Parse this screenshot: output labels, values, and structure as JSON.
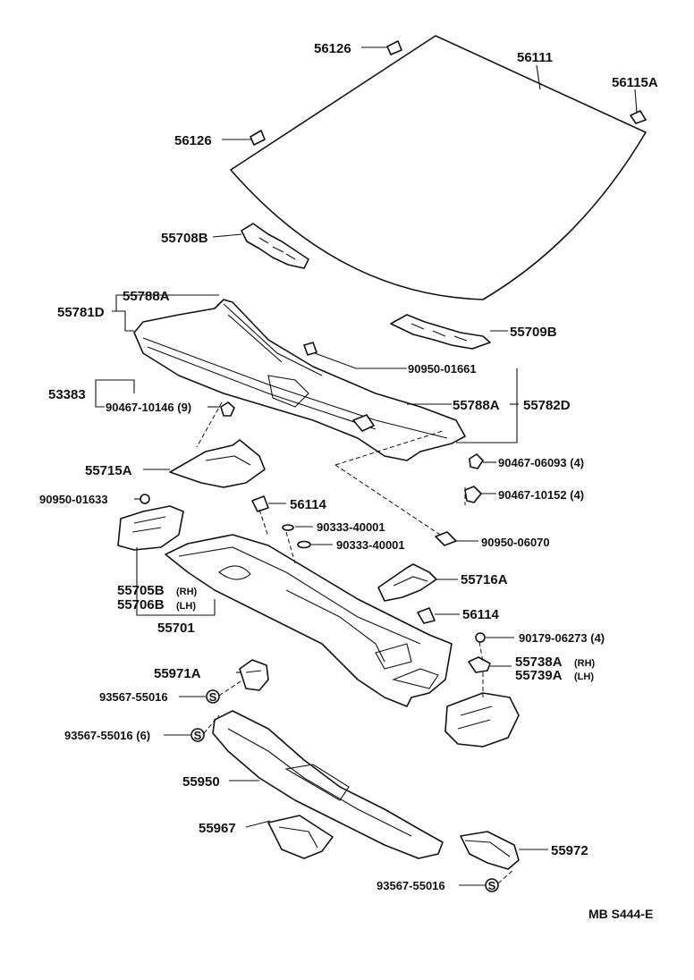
{
  "labels": {
    "p56126_top": "56126",
    "p56111": "56111",
    "p56115a": "56115A",
    "p56126_left": "56126",
    "p55708b": "55708B",
    "p55709b": "55709B",
    "p55788a_top": "55788A",
    "p55781d": "55781D",
    "p90950_01661": "90950-01661",
    "p53383": "53383",
    "p90467_10146": "90467-10146 (9)",
    "p55788a_right": "55788A",
    "p55782d": "55782D",
    "p55715a": "55715A",
    "p90467_06093": "90467-06093 (4)",
    "p90467_10152": "90467-10152 (4)",
    "p90950_01633": "90950-01633",
    "p56114_top": "56114",
    "p90333_40001_a": "90333-40001",
    "p90333_40001_b": "90333-40001",
    "p90950_06070": "90950-06070",
    "p55716a": "55716A",
    "p55705b": "55705B",
    "p55705b_side": "(RH)",
    "p55706b": "55706B",
    "p55706b_side": "(LH)",
    "p56114_right": "56114",
    "p55701": "55701",
    "p90179_06273": "90179-06273 (4)",
    "p55738a": "55738A",
    "p55738a_side": "(RH)",
    "p55739a": "55739A",
    "p55739a_side": "(LH)",
    "p55971a": "55971A",
    "p93567_55016_a": "93567-55016",
    "p93567_55016_b": "93567-55016 (6)",
    "p55950": "55950",
    "p55967": "55967",
    "p55972": "55972",
    "p93567_55016_c": "93567-55016",
    "footer_code": "MB  S444-E"
  },
  "symbols": {
    "s_mark": "S"
  }
}
